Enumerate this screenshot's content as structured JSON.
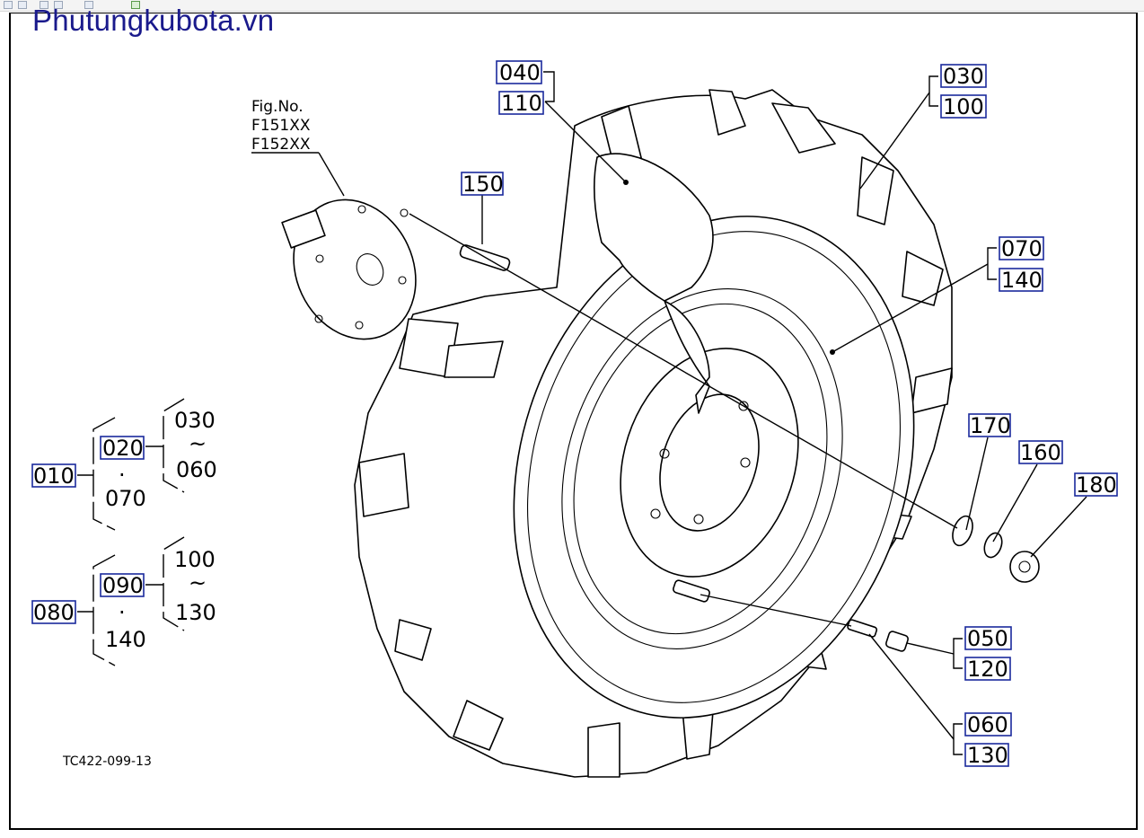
{
  "watermark": "Phutungkubota.vn",
  "figure": {
    "line1": "Fig.No.",
    "line2": "F151XX",
    "line3": "F152XX"
  },
  "drawing_code": "TC422-099-13",
  "callouts": {
    "c040": "040",
    "c110": "110",
    "c030": "030",
    "c100": "100",
    "c150": "150",
    "c070": "070",
    "c140": "140",
    "c170": "170",
    "c160": "160",
    "c180": "180",
    "c050": "050",
    "c120": "120",
    "c060": "060",
    "c130": "130"
  },
  "legend": {
    "g1": {
      "root": "010",
      "mid": "020",
      "dot": "·",
      "alt": "070",
      "top": "030",
      "tilde": "~",
      "bottom": "060"
    },
    "g2": {
      "root": "080",
      "mid": "090",
      "dot": "·",
      "alt": "140",
      "top": "100",
      "tilde": "~",
      "bottom": "130"
    }
  }
}
